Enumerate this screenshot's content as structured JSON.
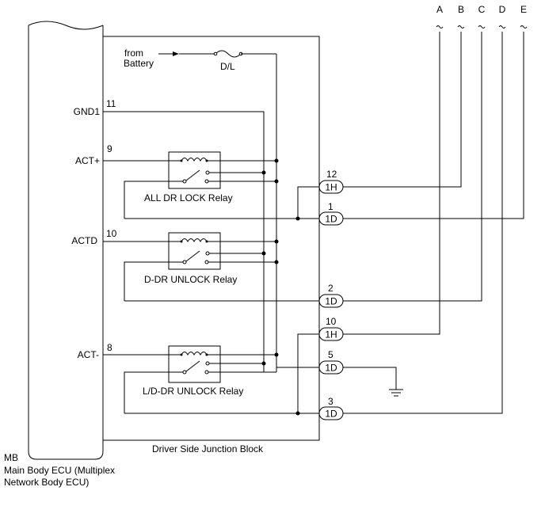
{
  "ecu": {
    "code": "MB",
    "name_line1": "Main Body ECU (Multiplex",
    "name_line2": "Network Body ECU)"
  },
  "junction_block": {
    "label": "Driver Side Junction Block"
  },
  "battery": {
    "line1": "from",
    "line2": "Battery"
  },
  "fuse": {
    "label": "D/L"
  },
  "pins": {
    "gnd1": {
      "name": "GND1",
      "number": "11"
    },
    "act_plus": {
      "name": "ACT+",
      "number": "9"
    },
    "actd": {
      "name": "ACTD",
      "number": "10"
    },
    "act_minus": {
      "name": "ACT-",
      "number": "8"
    }
  },
  "relays": {
    "all_dr_lock": "ALL DR LOCK Relay",
    "d_dr_unlock": "D-DR UNLOCK Relay",
    "ld_dr_unlock": "L/D-DR UNLOCK Relay"
  },
  "connectors": [
    {
      "id": "1H",
      "pin": "12"
    },
    {
      "id": "1D",
      "pin": "1"
    },
    {
      "id": "1D",
      "pin": "2"
    },
    {
      "id": "1H",
      "pin": "10"
    },
    {
      "id": "1D",
      "pin": "5"
    },
    {
      "id": "1D",
      "pin": "3"
    }
  ],
  "outputs": [
    "A",
    "B",
    "C",
    "D",
    "E"
  ]
}
